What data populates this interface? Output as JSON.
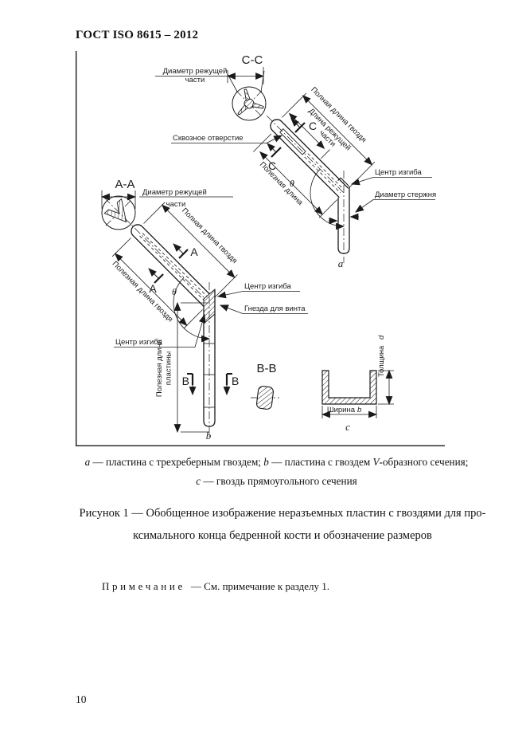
{
  "header": {
    "title": "ГОСТ ISO 8615 – 2012"
  },
  "figure": {
    "sections": {
      "cc": "С-С",
      "aa": "А-А",
      "bb": "В-В"
    },
    "cut_letters": {
      "c": "С",
      "a": "А",
      "b": "В"
    },
    "part_letters": {
      "a": "а",
      "b": "b",
      "c": "с"
    },
    "labels": {
      "cutting_diameter_line1": "Диаметр режущей",
      "cutting_diameter_line2": "части",
      "through_hole": "Сквозное отверстие",
      "full_nail_length": "Полная длина гвоздя",
      "cutting_length_line1": "Длина режущей",
      "cutting_length_line2": "части",
      "useful_length": "Полезная длина",
      "bend_center": "Центр изгиба",
      "rod_diameter": "Диаметр стержня",
      "useful_nail_length": "Полезная длина гвоздя",
      "screw_sockets": "Гнезда для винта",
      "plate_useful_length_line1": "Полезная длина",
      "plate_useful_length_line2": "пластины",
      "thickness_word": "Толщина",
      "thickness_symbol": "d",
      "width_word": "Ширина",
      "width_symbol": "b",
      "theta": "θ"
    }
  },
  "caption": {
    "a_letter": "a",
    "a_text": " — пластина с трехреберным гвоздем; ",
    "b_letter": "b",
    "b_text": " — пластина с гвоздем ",
    "v_letter": "V",
    "v_text": "-образного сечения;",
    "c_letter": "с",
    "c_text": " — гвоздь прямоугольного сечения"
  },
  "figure_title": {
    "line1": "Рисунок 1 — Обобщенное изображение неразъемных пластин с гвоздями для про-",
    "line2": "ксимального конца бедренной кости и обозначение размеров"
  },
  "note": {
    "label": "Примечание",
    "text": "— См. примечание к разделу 1."
  },
  "page_number": "10"
}
